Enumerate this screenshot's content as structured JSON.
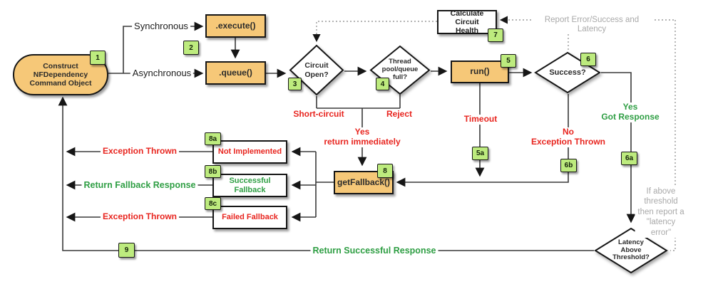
{
  "colors": {
    "node_fill": "#f6c878",
    "badge_fill": "#bdeb7e",
    "error_text": "#e8251f",
    "success_text": "#2e9e43",
    "note_text": "#a9a9a9",
    "line": "#343434"
  },
  "nodes": {
    "start": {
      "label": "Construct\nNFDependency\nCommand Object"
    },
    "execute": {
      "label": ".execute()"
    },
    "queue": {
      "label": ".queue()"
    },
    "circuit_open": {
      "label": "Circuit\nOpen?"
    },
    "thread_pool": {
      "label": "Thread\npool/queue\nfull?"
    },
    "run": {
      "label": "run()"
    },
    "success": {
      "label": "Success?"
    },
    "calc_health": {
      "label": "Calculate Circuit\nHealth"
    },
    "get_fallback": {
      "label": "getFallback()"
    },
    "not_implemented": {
      "label": "Not Implemented"
    },
    "successful_fallback": {
      "label": "Successful Fallback"
    },
    "failed_fallback": {
      "label": "Failed Fallback"
    },
    "latency": {
      "label": "Latency\nAbove\nThreshold?"
    }
  },
  "badges": {
    "b1": "1",
    "b2": "2",
    "b3": "3",
    "b4": "4",
    "b5": "5",
    "b5a": "5a",
    "b6": "6",
    "b6a": "6a",
    "b6b": "6b",
    "b7": "7",
    "b8": "8",
    "b8a": "8a",
    "b8b": "8b",
    "b8c": "8c",
    "b9": "9"
  },
  "edge_labels": {
    "synchronous": "Synchronous",
    "asynchronous": "Asynchronous",
    "short_circuit": "Short-circuit",
    "reject": "Reject",
    "yes_return": "Yes\nreturn immediately",
    "timeout": "Timeout",
    "no_exception": "No\nException Thrown",
    "yes_got": "Yes\nGot Response",
    "exception_thrown_a": "Exception Thrown",
    "return_fallback": "Return Fallback Response",
    "exception_thrown_c": "Exception Thrown",
    "return_successful": "Return Successful Response",
    "report_latency": "Report Error/Success and Latency",
    "latency_note": "If above threshold\nthen report a\n\"latency error\""
  }
}
